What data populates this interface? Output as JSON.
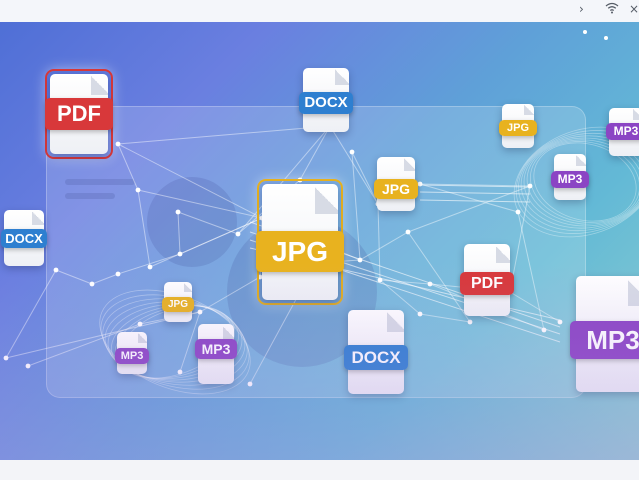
{
  "header": {
    "chevron_icon": "chevron-right-icon",
    "wifi_icon": "wifi-icon",
    "close_icon": "close-icon"
  },
  "colors": {
    "pdf": "#d8383a",
    "docx": "#2e7fd0",
    "jpg": "#e8b21f",
    "mp3": "#8b45c4"
  },
  "files": [
    {
      "id": "pdf-large",
      "type": "pdf",
      "label": "PDF"
    },
    {
      "id": "docx-top",
      "type": "docx",
      "label": "DOCX"
    },
    {
      "id": "jpg-top-right",
      "type": "jpg",
      "label": "JPG"
    },
    {
      "id": "mp3-top-right",
      "type": "mp3",
      "label": "MP3"
    },
    {
      "id": "mp3-right-cluster",
      "type": "mp3",
      "label": "MP3"
    },
    {
      "id": "jpg-mid-small",
      "type": "jpg",
      "label": "JPG"
    },
    {
      "id": "docx-left",
      "type": "docx",
      "label": "DOCX"
    },
    {
      "id": "jpg-center",
      "type": "jpg",
      "label": "JPG"
    },
    {
      "id": "pdf-mid-right",
      "type": "pdf",
      "label": "PDF"
    },
    {
      "id": "mp3-large",
      "type": "mp3",
      "label": "MP3"
    },
    {
      "id": "jpg-left-cluster",
      "type": "jpg",
      "label": "JPG"
    },
    {
      "id": "mp3-left-cluster-a",
      "type": "mp3",
      "label": "MP3"
    },
    {
      "id": "mp3-left-cluster-b",
      "type": "mp3",
      "label": "MP3"
    },
    {
      "id": "docx-bottom",
      "type": "docx",
      "label": "DOCX"
    }
  ]
}
